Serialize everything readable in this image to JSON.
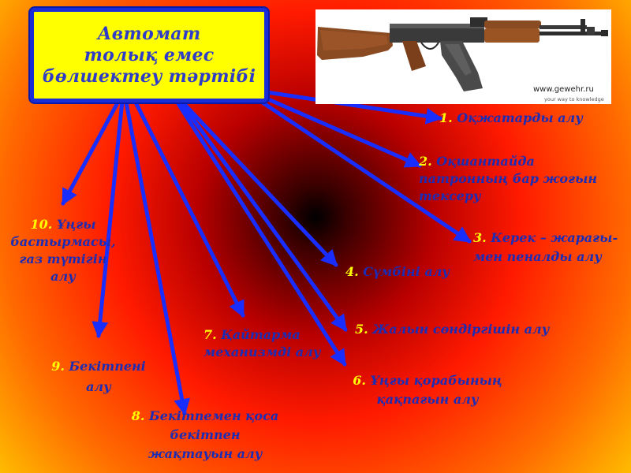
{
  "title": {
    "line1": "Автомат",
    "line2": "толық емес",
    "line3": "бөлшектеу тәртібі"
  },
  "photo": {
    "image": "ak-rifle-photo",
    "url": "www.gewehr.ru",
    "slogan": "your way to knowledge"
  },
  "steps": [
    {
      "num": "1.",
      "lines": [
        " Оқжатарды алу"
      ]
    },
    {
      "num": "2.",
      "lines": [
        " Оқшантайда",
        "патронның бар жоғын",
        "тексеру"
      ]
    },
    {
      "num": "3.",
      "lines": [
        " Керек – жарағы-",
        "мен пеналды алу"
      ]
    },
    {
      "num": "4.",
      "lines": [
        " Сүмбіні алу"
      ]
    },
    {
      "num": "5.",
      "lines": [
        " Жалын сөндіргішін алу"
      ]
    },
    {
      "num": "6.",
      "lines": [
        " Ұңғы қорабының",
        "қақпағын алу"
      ]
    },
    {
      "num": "7.",
      "lines": [
        " Қайтарма",
        "механизмді алу"
      ]
    },
    {
      "num": "8.",
      "lines": [
        " Бекітпемен қоса",
        "бекітпен",
        "жақтауын алу"
      ]
    },
    {
      "num": "9.",
      "lines": [
        " Бекітпені",
        "алу"
      ]
    },
    {
      "num": "10.",
      "lines": [
        " Ұңғы",
        "бастырмасы,",
        "газ түтігін",
        "алу"
      ]
    }
  ],
  "colors": {
    "arrow": "#1a2dff",
    "label_text": "#1c2cb4",
    "step_number": "#ffff00",
    "title_box_fill": "#ffff00",
    "title_box_border": "#1a2dd6"
  }
}
